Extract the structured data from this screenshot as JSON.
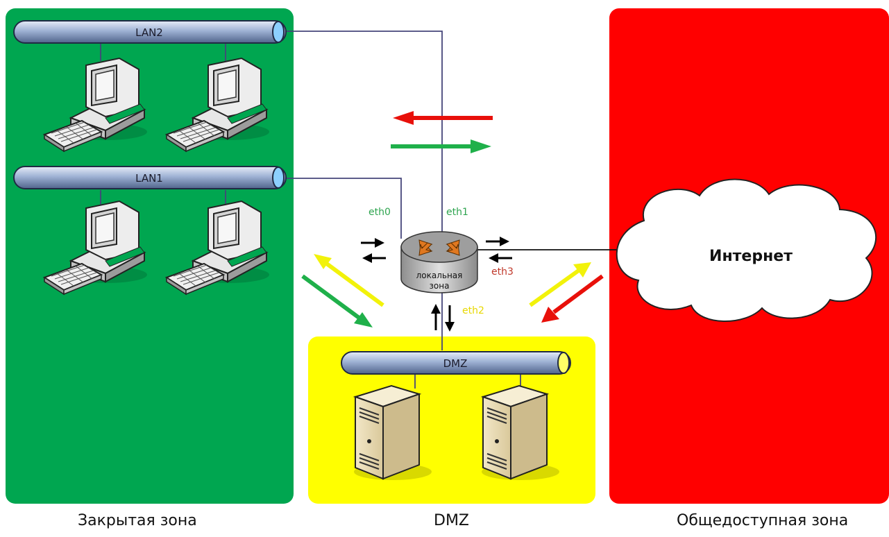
{
  "zones": {
    "closed": {
      "caption": "Закрытая зона",
      "color": "#00a650"
    },
    "dmz": {
      "caption": "DMZ",
      "color": "#ffff00"
    },
    "public": {
      "caption": "Общедоступная зона",
      "color": "#ff0000"
    }
  },
  "buses": {
    "lan2": "LAN2",
    "lan1": "LAN1",
    "dmz": "DMZ"
  },
  "router": {
    "label_line1": "локальная",
    "label_line2": "зона"
  },
  "interfaces": {
    "eth0": {
      "label": "eth0",
      "color": "#2ea44f"
    },
    "eth1": {
      "label": "eth1",
      "color": "#2ea44f"
    },
    "eth2": {
      "label": "eth2",
      "color": "#e8d800"
    },
    "eth3": {
      "label": "eth3",
      "color": "#c0392b"
    }
  },
  "cloud": {
    "label": "Интернет"
  },
  "arrow_colors": {
    "red": "#e8100a",
    "green": "#1fb04a",
    "yellow": "#f2f20a",
    "black": "#000000"
  },
  "icons": [
    "workstation-icon",
    "server-icon",
    "router-icon",
    "cloud-icon"
  ]
}
